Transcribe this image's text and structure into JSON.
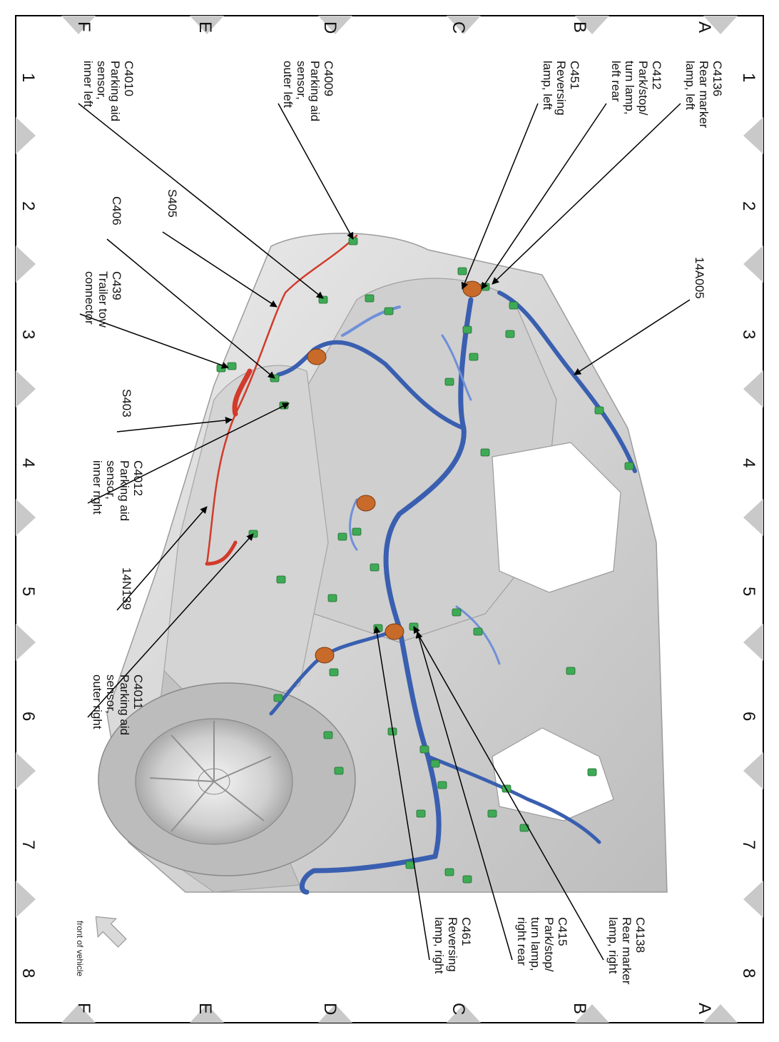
{
  "columns": [
    "1",
    "2",
    "3",
    "4",
    "5",
    "6",
    "7",
    "8"
  ],
  "rows": [
    "A",
    "B",
    "C",
    "D",
    "E",
    "F"
  ],
  "callouts": [
    {
      "id": "c4136",
      "lines": [
        "C4136",
        "Rear marker",
        "lamp, left"
      ]
    },
    {
      "id": "c412",
      "lines": [
        "C412",
        "Park/stop/",
        "turn lamp,",
        "left rear"
      ]
    },
    {
      "id": "c451",
      "lines": [
        "C451",
        "Reversing",
        "lamp, left"
      ]
    },
    {
      "id": "c4009",
      "lines": [
        "C4009",
        "Parking aid",
        "sensor,",
        "outer left"
      ]
    },
    {
      "id": "c4010",
      "lines": [
        "C4010",
        "Parking aid",
        "sensor,",
        "inner left"
      ]
    },
    {
      "id": "14a005",
      "lines": [
        "14A005"
      ]
    },
    {
      "id": "s405",
      "lines": [
        "S405"
      ]
    },
    {
      "id": "c406",
      "lines": [
        "C406"
      ]
    },
    {
      "id": "c439",
      "lines": [
        "C439",
        "Trailer tow",
        "connector"
      ]
    },
    {
      "id": "s403",
      "lines": [
        "S403"
      ]
    },
    {
      "id": "c4012",
      "lines": [
        "C4012",
        "Parking aid",
        "sensor,",
        "inner right"
      ]
    },
    {
      "id": "14n139",
      "lines": [
        "14N139"
      ]
    },
    {
      "id": "c4011",
      "lines": [
        "C4011",
        "Parking aid",
        "sensor,",
        "outer right"
      ]
    },
    {
      "id": "c4138",
      "lines": [
        "C4138",
        "Rear marker",
        "lamp, right"
      ]
    },
    {
      "id": "c415",
      "lines": [
        "C415",
        "Park/stop/",
        "turn lamp,",
        "right rear"
      ]
    },
    {
      "id": "c461",
      "lines": [
        "C461",
        "Reversing",
        "lamp, right"
      ]
    }
  ],
  "orientation_label": "front of vehicle",
  "colors": {
    "harness_main": "#3a5fb0",
    "harness_light": "#6f90d8",
    "harness_red": "#d23a2a",
    "connector_green": "#3faa55",
    "grommet_orange": "#c86a2a",
    "body_gray": "#d8d8d8",
    "frame_triangle": "#c9c9c9"
  }
}
